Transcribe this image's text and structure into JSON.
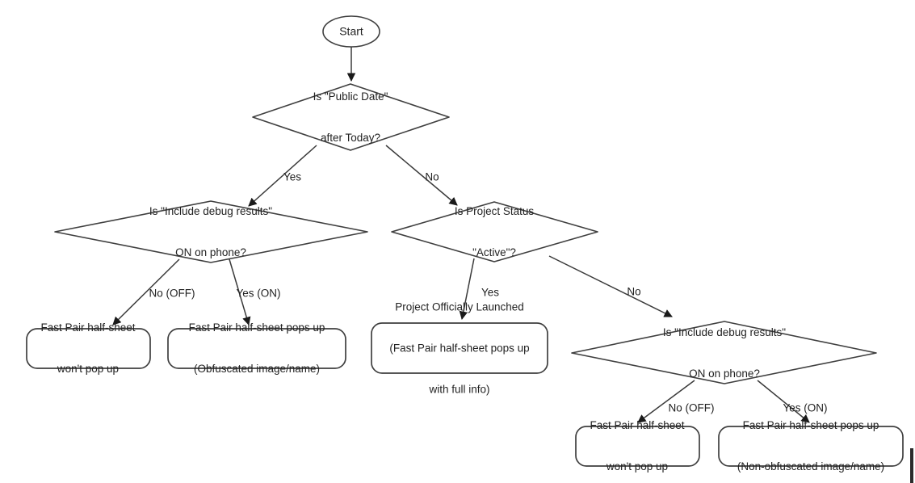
{
  "diagram": {
    "title": "Fast Pair Half-Sheet Decision Flowchart",
    "type": "flowchart",
    "background_color": "#ffffff",
    "stroke_color": "#3a3a3a",
    "text_color": "#222222"
  },
  "nodes": {
    "start": {
      "id": "start",
      "shape": "ellipse",
      "label": "Start"
    },
    "q_public_date": {
      "id": "q_public_date",
      "shape": "diamond",
      "line1": "Is \"Public Date\"",
      "line2": "after Today?"
    },
    "q_debug_left": {
      "id": "q_debug_left",
      "shape": "diamond",
      "line1": "Is \"Include debug results\"",
      "line2": "ON on phone?"
    },
    "q_project_status": {
      "id": "q_project_status",
      "shape": "diamond",
      "line1": "Is Project Status",
      "line2": "\"Active\"?"
    },
    "q_debug_right": {
      "id": "q_debug_right",
      "shape": "diamond",
      "line1": "Is \"Include debug results\"",
      "line2": "ON on phone?"
    },
    "out_left_off": {
      "id": "out_left_off",
      "shape": "rounded-rect",
      "line1": "Fast Pair half-sheet",
      "line2": "won't pop up"
    },
    "out_left_on": {
      "id": "out_left_on",
      "shape": "rounded-rect",
      "line1": "Fast Pair half-sheet pops up",
      "line2": "(Obfuscated image/name)"
    },
    "out_launched": {
      "id": "out_launched",
      "shape": "rounded-rect",
      "line1": "Project Officially Launched",
      "line2": "(Fast Pair half-sheet pops up",
      "line3": "with full info)"
    },
    "out_right_off": {
      "id": "out_right_off",
      "shape": "rounded-rect",
      "line1": "Fast Pair half-sheet",
      "line2": "won't pop up"
    },
    "out_right_on": {
      "id": "out_right_on",
      "shape": "rounded-rect",
      "line1": "Fast Pair half-sheet pops up",
      "line2": "(Non-obfuscated image/name)"
    }
  },
  "edges": [
    {
      "id": "e_start_public",
      "from": "start",
      "to": "q_public_date",
      "label": ""
    },
    {
      "id": "e_public_yes",
      "from": "q_public_date",
      "to": "q_debug_left",
      "label": "Yes"
    },
    {
      "id": "e_public_no",
      "from": "q_public_date",
      "to": "q_project_status",
      "label": "No"
    },
    {
      "id": "e_debugleft_off",
      "from": "q_debug_left",
      "to": "out_left_off",
      "label": "No (OFF)"
    },
    {
      "id": "e_debugleft_on",
      "from": "q_debug_left",
      "to": "out_left_on",
      "label": "Yes (ON)"
    },
    {
      "id": "e_status_yes",
      "from": "q_project_status",
      "to": "out_launched",
      "label": "Yes"
    },
    {
      "id": "e_status_no",
      "from": "q_project_status",
      "to": "q_debug_right",
      "label": "No"
    },
    {
      "id": "e_debugright_off",
      "from": "q_debug_right",
      "to": "out_right_off",
      "label": "No (OFF)"
    },
    {
      "id": "e_debugright_on",
      "from": "q_debug_right",
      "to": "out_right_on",
      "label": "Yes (ON)"
    }
  ],
  "edge_labels": {
    "public_yes": "Yes",
    "public_no": "No",
    "debugleft_off": "No (OFF)",
    "debugleft_on": "Yes (ON)",
    "status_yes": "Yes",
    "status_no": "No",
    "debugright_off": "No (OFF)",
    "debugright_on": "Yes (ON)"
  }
}
